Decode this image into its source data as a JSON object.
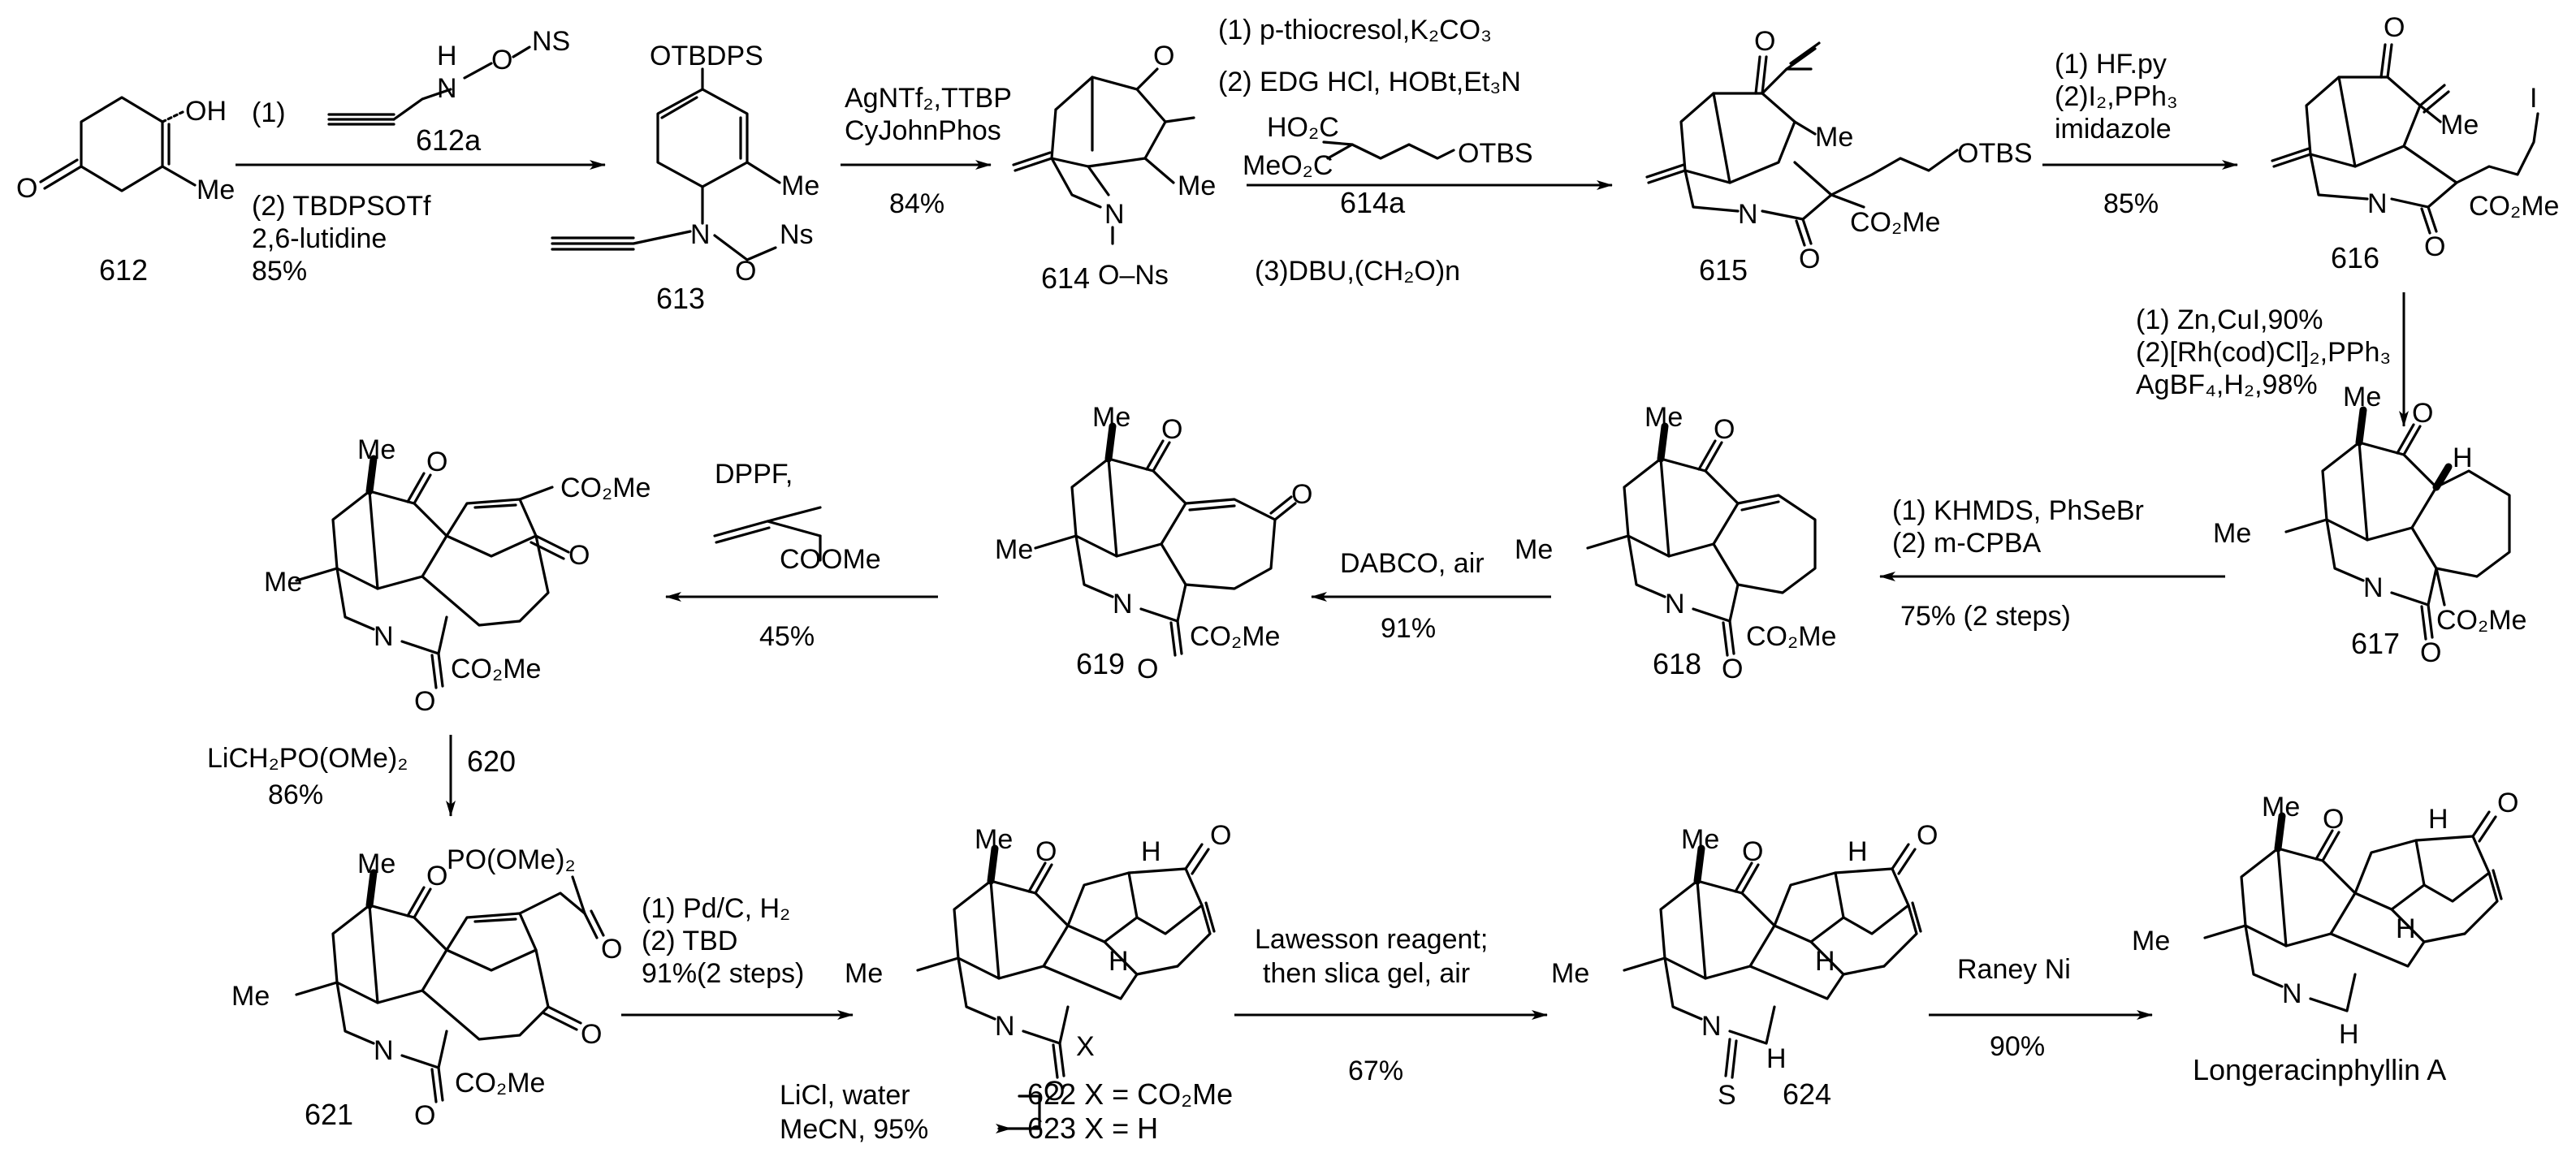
{
  "compounds": {
    "c612": "612",
    "c612a": "612a",
    "c613": "613",
    "c614": "614",
    "c614a": "614a",
    "c615": "615",
    "c616": "616",
    "c617": "617",
    "c618": "618",
    "c619": "619",
    "c620": "620",
    "c621": "621",
    "c622": "622 X = CO₂Me",
    "c623": "623 X = H",
    "c624": "624",
    "final": "Longeracinphyllin A"
  },
  "steps": {
    "s1": [
      "(1)",
      "(2) TBDPSOTf",
      "2,6-lutidine",
      "85%"
    ],
    "s2": [
      "AgNTf₂,TTBP",
      "CyJohnPhos",
      "84%"
    ],
    "s3": [
      "(1) p-thiocresol,K₂CO₃",
      "(2) EDG HCl, HOBt,Et₃N",
      "(3)DBU,(CH₂O)n"
    ],
    "s4": [
      "(1) HF.py",
      "(2)I₂,PPh₃",
      "imidazole",
      "85%"
    ],
    "s5": [
      "(1) Zn,CuI,90%",
      "(2)[Rh(cod)Cl]₂,PPh₃",
      "AgBF₄,H₂,98%"
    ],
    "s6": [
      "(1) KHMDS, PhSeBr",
      "(2) m-CPBA",
      "75% (2 steps)"
    ],
    "s7": [
      "DABCO, air",
      "91%"
    ],
    "s8": [
      "DPPF,",
      "COOMe",
      "45%"
    ],
    "s9": [
      "LiCH₂PO(OMe)₂",
      "86%"
    ],
    "s10": [
      "(1) Pd/C, H₂",
      "(2) TBD",
      "91%(2 steps)"
    ],
    "s11": [
      "LiCl, water",
      "MeCN, 95%"
    ],
    "s12": [
      "Lawesson reagent;",
      "then slica gel, air",
      "67%"
    ],
    "s13": [
      "Raney Ni",
      "90%"
    ]
  },
  "atoms": {
    "oh": "OH",
    "o": "O",
    "me": "Me",
    "h": "H",
    "hn": "H",
    "n": "N",
    "ns": "NS",
    "ns2": "Ns",
    "otbdps": "OTBDPS",
    "otbs": "OTBS",
    "co2me": "CO₂Me",
    "meo2c": "MeO₂C",
    "ho2c": "HO₂C",
    "i": "I",
    "s": "S",
    "x": "X",
    "po": "PO(OMe)₂",
    "ons": "O–Ns"
  }
}
